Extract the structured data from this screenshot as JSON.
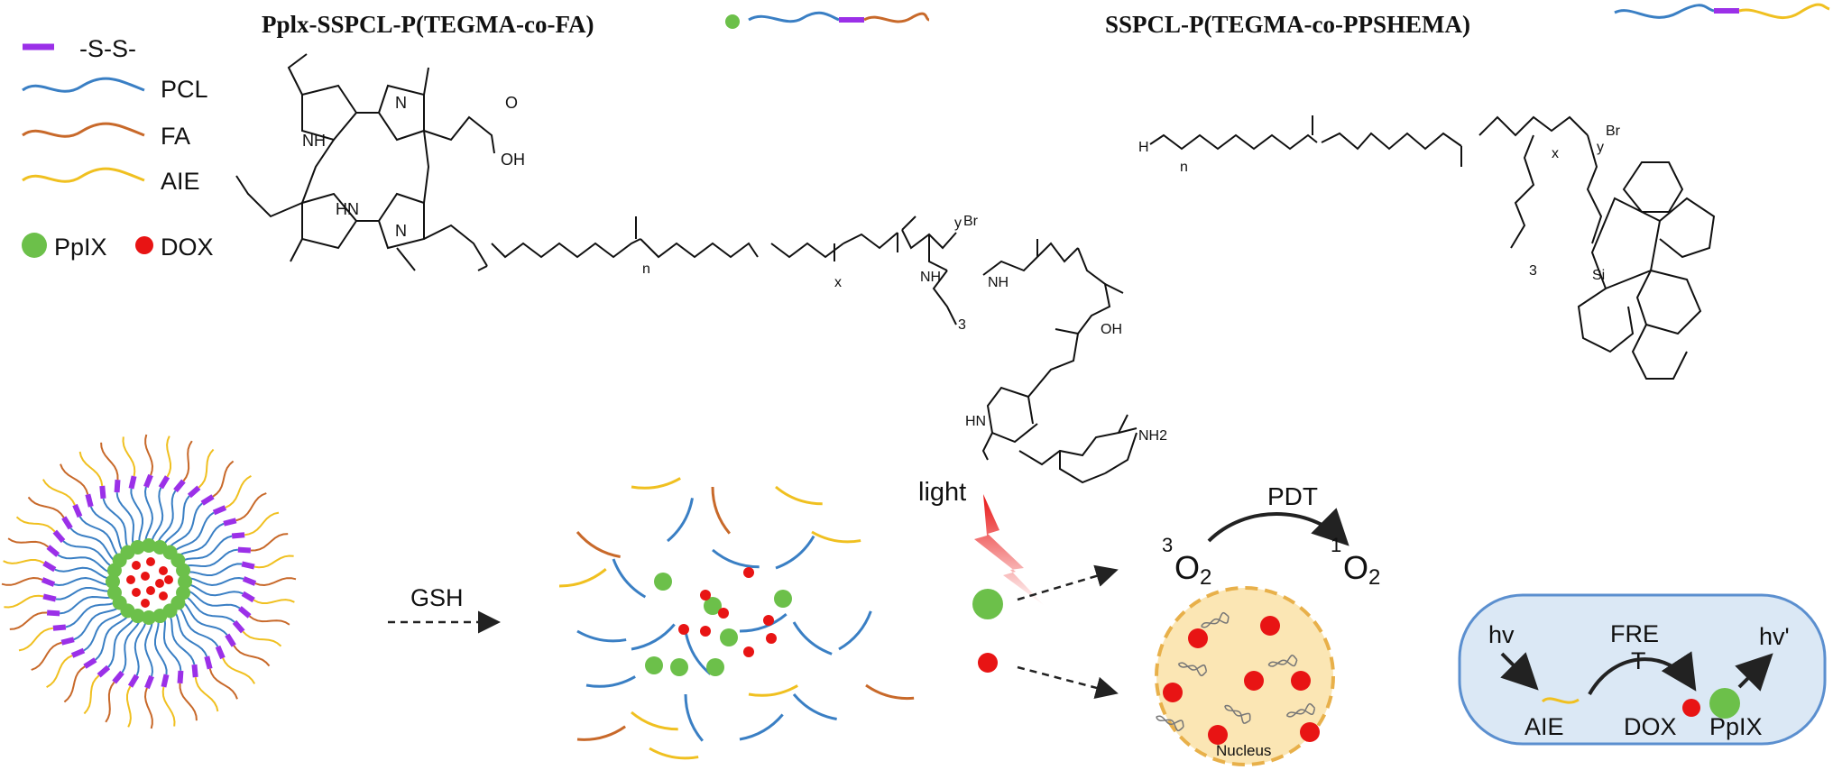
{
  "titles": {
    "left": "Pplx-SSPCL-P(TEGMA-co-FA)",
    "right": "SSPCL-P(TEGMA-co-PPSHEMA)"
  },
  "legend": {
    "items": [
      {
        "label": "-S-S-",
        "color": "#9b30e8"
      },
      {
        "label": "PCL",
        "color": "#3a7fc4"
      },
      {
        "label": "FA",
        "color": "#c8692a"
      },
      {
        "label": "AIE",
        "color": "#f0c020"
      }
    ],
    "dots": [
      {
        "label": "PpIX",
        "color": "#6cc04a"
      },
      {
        "label": "DOX",
        "color": "#e81414"
      }
    ]
  },
  "chem_labels": {
    "nh1": "NH",
    "n1": "N",
    "n2": "N",
    "hn": "HN",
    "oh1": "OH",
    "oh2": "OH",
    "o": "O",
    "n_sub": "n",
    "x_sub": "x",
    "y_sub": "y",
    "br": "Br",
    "three": "3",
    "hn2": "HN",
    "nh2": "NH2",
    "nh3": "NH",
    "nh4": "NH",
    "h": "H",
    "si": "Si",
    "n": "N"
  },
  "process": {
    "gsh": "GSH",
    "light": "light",
    "pdt": "PDT",
    "o2_triplet": "3O2",
    "o2_singlet": "1O2",
    "nucleus": "Nucleus"
  },
  "fret_box": {
    "hv": "hv",
    "hv_prime": "hv'",
    "fre": "FRE",
    "t": "T",
    "aie": "AIE",
    "dox": "DOX",
    "ppix": "PpIX",
    "fill": "#dbe8f5",
    "stroke": "#5b8fcf"
  },
  "colors": {
    "disulfide": "#9b30e8",
    "pcl": "#3a7fc4",
    "fa": "#c8692a",
    "aie": "#f0c020",
    "ppix": "#6cc04a",
    "dox": "#e81414",
    "nucleus_fill": "#fbe6b4",
    "nucleus_stroke": "#e8b04a",
    "bolt": "#e81414"
  }
}
